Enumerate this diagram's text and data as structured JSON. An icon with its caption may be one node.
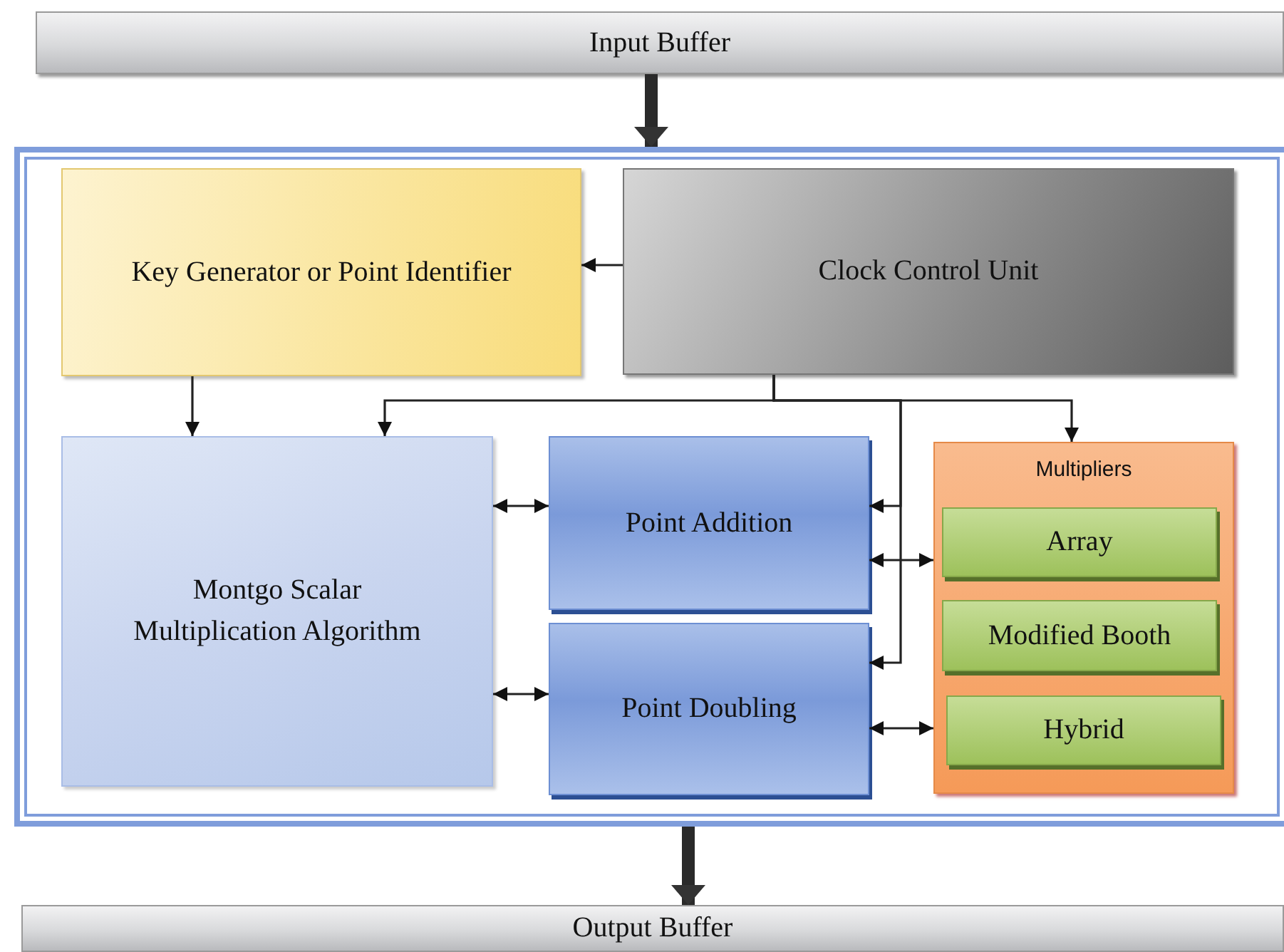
{
  "diagram": {
    "nodes": [
      {
        "text": [
          "Input Buffer"
        ]
      },
      {
        "text": [],
        "shape": "box"
      },
      {
        "text": [
          "Key Generator or Point Identifier"
        ],
        "in": 1
      },
      {
        "text": [
          "Clock Control Unit"
        ],
        "in": 1
      },
      {
        "text": [
          "Montgo Scalar Multiplication Algorithm"
        ],
        "in": 1
      },
      {
        "text": [
          "Point Addition"
        ],
        "in": 1
      },
      {
        "text": [
          "Point Doubling"
        ],
        "in": 1
      },
      {
        "text": [
          "Multipliers"
        ],
        "in": 1
      },
      {
        "text": [
          "Array"
        ],
        "in": 7
      },
      {
        "text": [
          "Modified Booth"
        ],
        "in": 7
      },
      {
        "text": [
          "Hybrid"
        ],
        "in": 7
      },
      {
        "text": [
          "Output Buffer"
        ]
      }
    ],
    "edges": [
      {
        "from": 0,
        "to": 1,
        "arrow": "to",
        "style": "thick"
      },
      {
        "from": 3,
        "to": 2,
        "arrow": "to"
      },
      {
        "from": 2,
        "to": 4,
        "arrow": "to"
      },
      {
        "from": 3,
        "to": 4,
        "arrow": "to"
      },
      {
        "from": 3,
        "to": 5,
        "arrow": "to"
      },
      {
        "from": 3,
        "to": 6,
        "arrow": "to"
      },
      {
        "from": 3,
        "to": 7,
        "arrow": "to"
      },
      {
        "from": 4,
        "to": 5,
        "arrow": "both"
      },
      {
        "from": 4,
        "to": 6,
        "arrow": "both"
      },
      {
        "from": 5,
        "to": 7,
        "arrow": "both"
      },
      {
        "from": 6,
        "to": 7,
        "arrow": "both"
      },
      {
        "from": 1,
        "to": 11,
        "arrow": "to",
        "style": "thick"
      }
    ]
  }
}
